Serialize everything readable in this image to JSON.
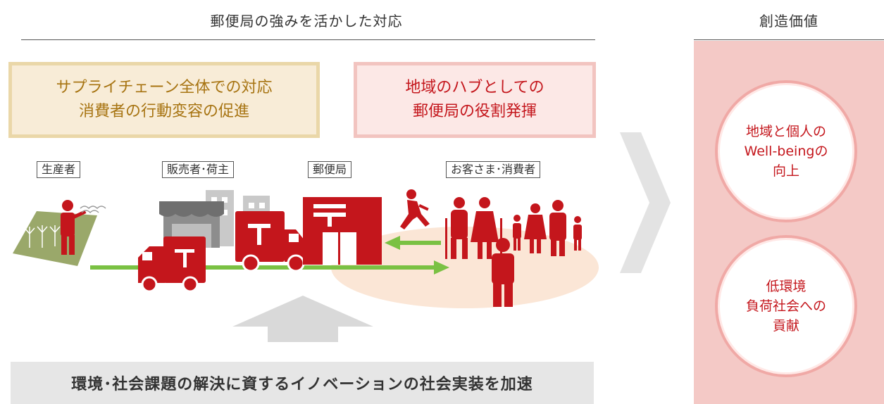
{
  "left_heading": "郵便局の強みを活かした対応",
  "right_heading": "創造価値",
  "boxes": {
    "supply": "サプライチェーン全体での対応\n消費者の行動変容の促進",
    "hub": "地域のハブとしての\n郵便局の役割発揮"
  },
  "actors": {
    "producer": "生産者",
    "seller": "販売者･荷主",
    "post_office": "郵便局",
    "customer": "お客さま･消費者"
  },
  "values": {
    "wellbeing": "地域と個人の\nWell-beingの\n向上",
    "environment": "低環境\n負荷社会への\n貢献"
  },
  "bottom_banner": "環境･社会課題の解決に資するイノベーションの社会実装を加速",
  "colors": {
    "brand_red": "#c4161c",
    "gold_text": "#a77412",
    "arrow_green": "#7ac143",
    "panel_pink": "#f4c9c6"
  }
}
